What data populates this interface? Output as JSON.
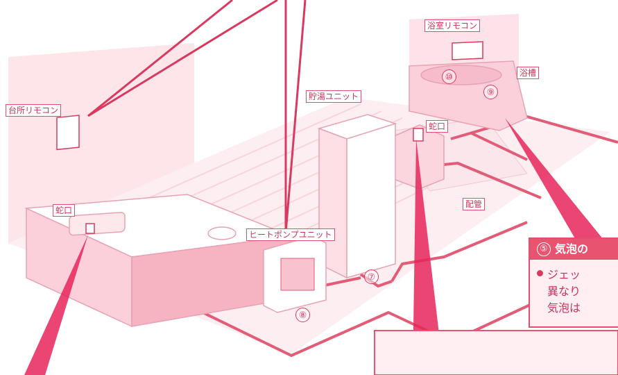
{
  "labels": {
    "kitchen_remote": "台所リモコン",
    "bath_remote": "浴室リモコン",
    "bathtub": "浴槽",
    "storage_unit": "貯湯ユニット",
    "faucet_bath": "蛇口",
    "faucet_kitchen": "蛇口",
    "piping": "配管",
    "heat_pump": "ヒートポンプユニット"
  },
  "numbers": {
    "n7": "⑦",
    "n8": "⑧",
    "n9": "⑨",
    "n10": "⑩"
  },
  "callout": {
    "number": "⑤",
    "title": "気泡の",
    "line1": "ジェッ",
    "line2": "異なり",
    "line3": "気泡は"
  },
  "colors": {
    "pink_main": "#e8546f",
    "pink_dark": "#d83a5f",
    "pink_light": "#f9d2da",
    "pink_pale": "#fde8ec"
  }
}
